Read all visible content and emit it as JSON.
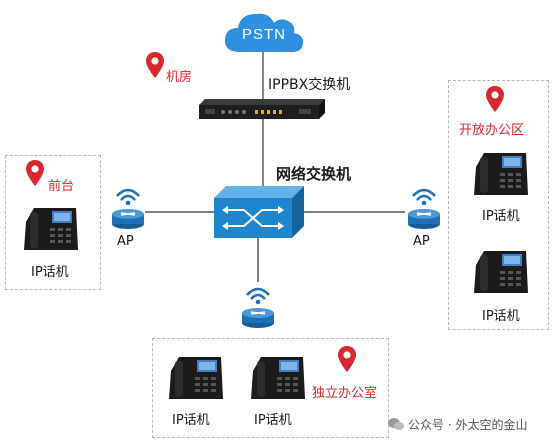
{
  "pstn": {
    "label": "PSTN"
  },
  "server_room": {
    "label": "机房",
    "device_label": "IPPBX交换机"
  },
  "network_switch": {
    "label": "网络交换机"
  },
  "front_desk": {
    "label": "前台",
    "phone_label": "IP话机",
    "ap_label": "AP"
  },
  "open_office": {
    "label": "开放办公区",
    "phones": [
      "IP话机",
      "IP话机"
    ],
    "ap_label": "AP"
  },
  "private_office": {
    "label": "独立办公室",
    "phones": [
      "IP话机",
      "IP话机"
    ]
  },
  "footer": {
    "text": "公众号 · 外太空的金山"
  },
  "colors": {
    "accent_red": "#d9262f",
    "cloud_blue": "#2f8fe0",
    "switch_blue": "#1f85cc",
    "ap_blue": "#1d6fb8"
  }
}
